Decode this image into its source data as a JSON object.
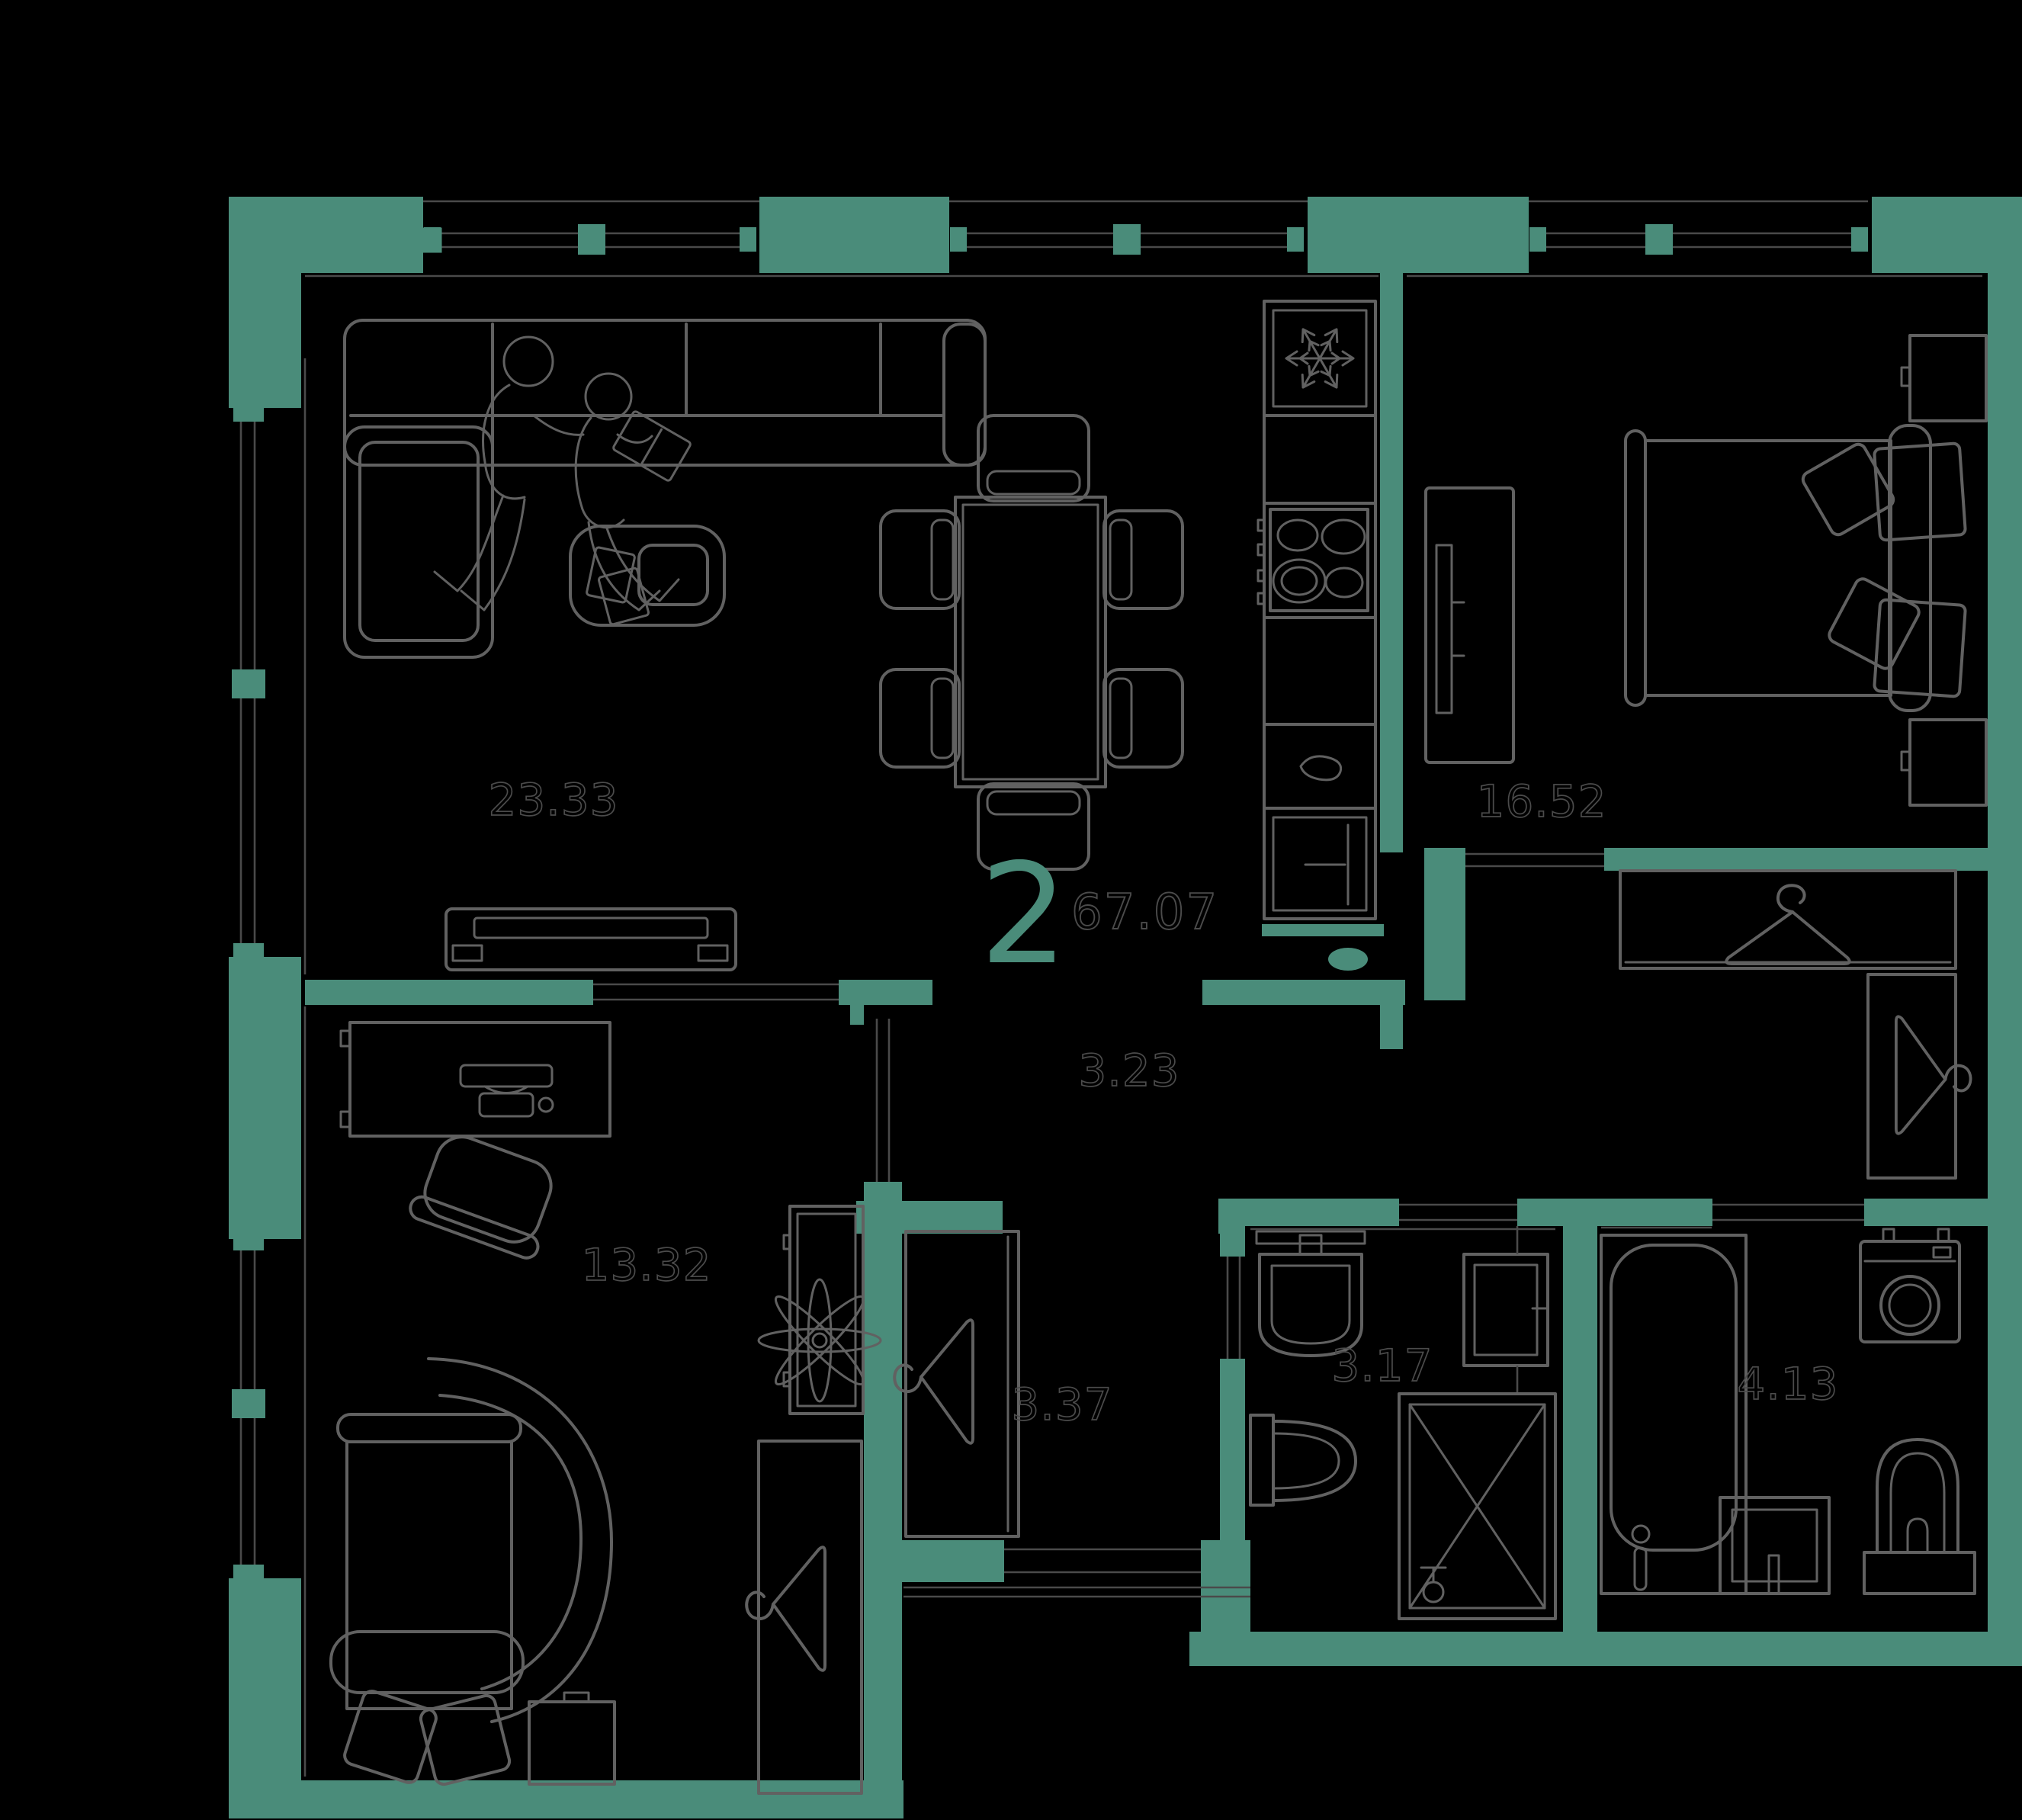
{
  "plan": {
    "title": "2-room apartment floor plan",
    "apartment": {
      "rooms_count_label": "2",
      "total_area_label": "67.07"
    },
    "room_labels": {
      "living": "23.33",
      "bedroom": "16.52",
      "office": "13.32",
      "hallway": "3.23",
      "entry": "3.37",
      "shower": "3.17",
      "bath": "4.13"
    },
    "colors": {
      "background": "#000000",
      "walls": "#4a8c7a",
      "furniture": "#616161",
      "thin": "#4a4a4a",
      "label": "#4b4b4b"
    },
    "icons": {
      "freezer": "snowflake-icon",
      "wardrobes": "hanger-icon",
      "shower": "shower-head-icon",
      "bath": "bathtub-icon",
      "laundry": "washing-machine-icon"
    }
  }
}
